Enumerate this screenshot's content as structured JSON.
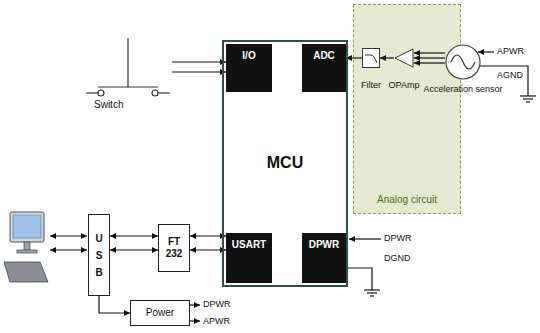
{
  "diagram": {
    "nodes": [
      {
        "text": [
          "Switch"
        ]
      },
      {
        "text": [
          "MCU"
        ]
      },
      {
        "text": [
          "I/O"
        ],
        "in": 1
      },
      {
        "text": [
          "ADC"
        ],
        "in": 1
      },
      {
        "text": [
          "Analog circuit"
        ]
      },
      {
        "text": [
          "Filter"
        ],
        "in": 4
      },
      {
        "text": [
          "OPAmp"
        ],
        "in": 4
      },
      {
        "text": [
          "Acceleration sensor"
        ]
      },
      {
        "text": [
          "U S B"
        ]
      },
      {
        "text": [
          "FT 232"
        ]
      },
      {
        "text": [
          "USART"
        ],
        "in": 1
      },
      {
        "text": [
          "DPWR"
        ],
        "in": 1
      },
      {
        "text": [
          "Power"
        ]
      }
    ],
    "edges": [
      {
        "from": 0,
        "to": 2,
        "arrow": "to"
      },
      {
        "from": 0,
        "to": 2,
        "arrow": "to"
      },
      {
        "from": 5,
        "to": 3,
        "arrow": "to"
      },
      {
        "from": 6,
        "to": 5,
        "arrow": "to"
      },
      {
        "from": 7,
        "to": 6,
        "arrow": "to"
      },
      {
        "from": 7,
        "to": 6,
        "arrow": "to"
      },
      {
        "from": 7,
        "to": 6,
        "arrow": "to"
      },
      {
        "from": 8,
        "to": 9,
        "arrow": "both"
      },
      {
        "from": 8,
        "to": 9,
        "arrow": "both"
      },
      {
        "from": 9,
        "to": 10,
        "arrow": "both"
      },
      {
        "from": 9,
        "to": 10,
        "arrow": "both"
      },
      {
        "from": 8,
        "to": 12,
        "arrow": "to"
      }
    ],
    "labels": [
      "APWR",
      "AGND",
      "DPWR",
      "DGND",
      "DPWR",
      "APWR"
    ]
  }
}
